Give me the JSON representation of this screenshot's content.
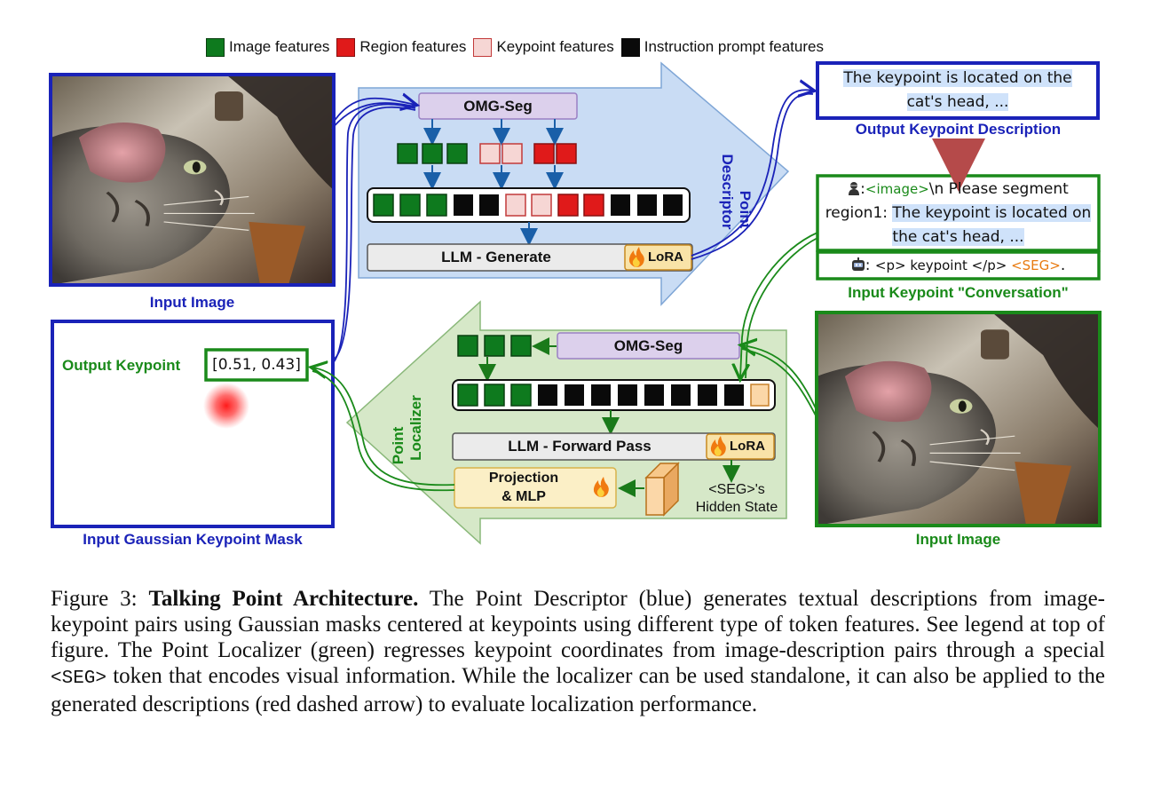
{
  "legend": [
    {
      "label": "Image features",
      "color": "#0e7a1e",
      "border": "#0a4010"
    },
    {
      "label": "Region features",
      "color": "#e01a1a",
      "border": "#8a0f0f"
    },
    {
      "label": "Keypoint features",
      "color": "#f6d6d4",
      "border": "#c23a3a"
    },
    {
      "label": "Instruction prompt features",
      "color": "#0a0a0a",
      "border": "#0a0a0a"
    }
  ],
  "colors": {
    "blue": "#1a22b8",
    "green": "#1a8a1a",
    "descriptor_fill": "#c9dcf4",
    "localizer_fill": "#d6e8c8",
    "omg_fill": "#dcd0ec",
    "lora_fill": "#f9e3a8",
    "projection_fill": "#fbefc6",
    "highlight": "#cfe2fa",
    "red_dashed": "#b54a4a"
  },
  "descriptor": {
    "label_line1": "Point",
    "label_line2": "Descriptor",
    "omg_label": "OMG-Seg",
    "llm_label": "LLM - Generate",
    "lora_label": "LoRA"
  },
  "localizer": {
    "label_line1": "Point",
    "label_line2": "Localizer",
    "omg_label": "OMG-Seg",
    "llm_label": "LLM - Forward Pass",
    "lora_label": "LoRA",
    "projection_line1": "Projection",
    "projection_line2": "& MLP",
    "hidden_line1": "<SEG>'s",
    "hidden_line2": "Hidden State"
  },
  "labels": {
    "input_image_left": "Input Image",
    "input_mask": "Input Gaussian Keypoint Mask",
    "output_keypoint": "Output Keypoint",
    "output_keypoint_value": "[0.51, 0.43]",
    "output_description_title": "Output Keypoint Description",
    "output_description_text": "The keypoint is located on the cat's head, ...",
    "conversation_title": "Input Keypoint \"Conversation\"",
    "input_image_right": "Input Image"
  },
  "conversation": {
    "user_prefix": ":",
    "image_tag": "<image>",
    "user_text": "\\n Please segment region1: ",
    "user_highlight": "The keypoint is located on the cat's head, ...",
    "assistant_prefix": ": ",
    "assistant_text": "<p> keypoint </p> ",
    "seg_tag": "<SEG>",
    "assistant_end": "."
  },
  "caption": {
    "figure_label": "Figure 3: ",
    "title": "Talking Point Architecture.",
    "part1": " The Point Descriptor (blue) generates textual descriptions from image-keypoint pairs using Gaussian masks centered at keypoints using different type of token features. See legend at top of figure. The Point Localizer (green) regresses keypoint coordinates from image-description pairs through a special ",
    "seg_token": "<SEG>",
    "part2": " token that encodes visual information. While the localizer can be used standalone, it can also be applied to the generated descriptions (red dashed arrow) to evaluate localization performance."
  }
}
